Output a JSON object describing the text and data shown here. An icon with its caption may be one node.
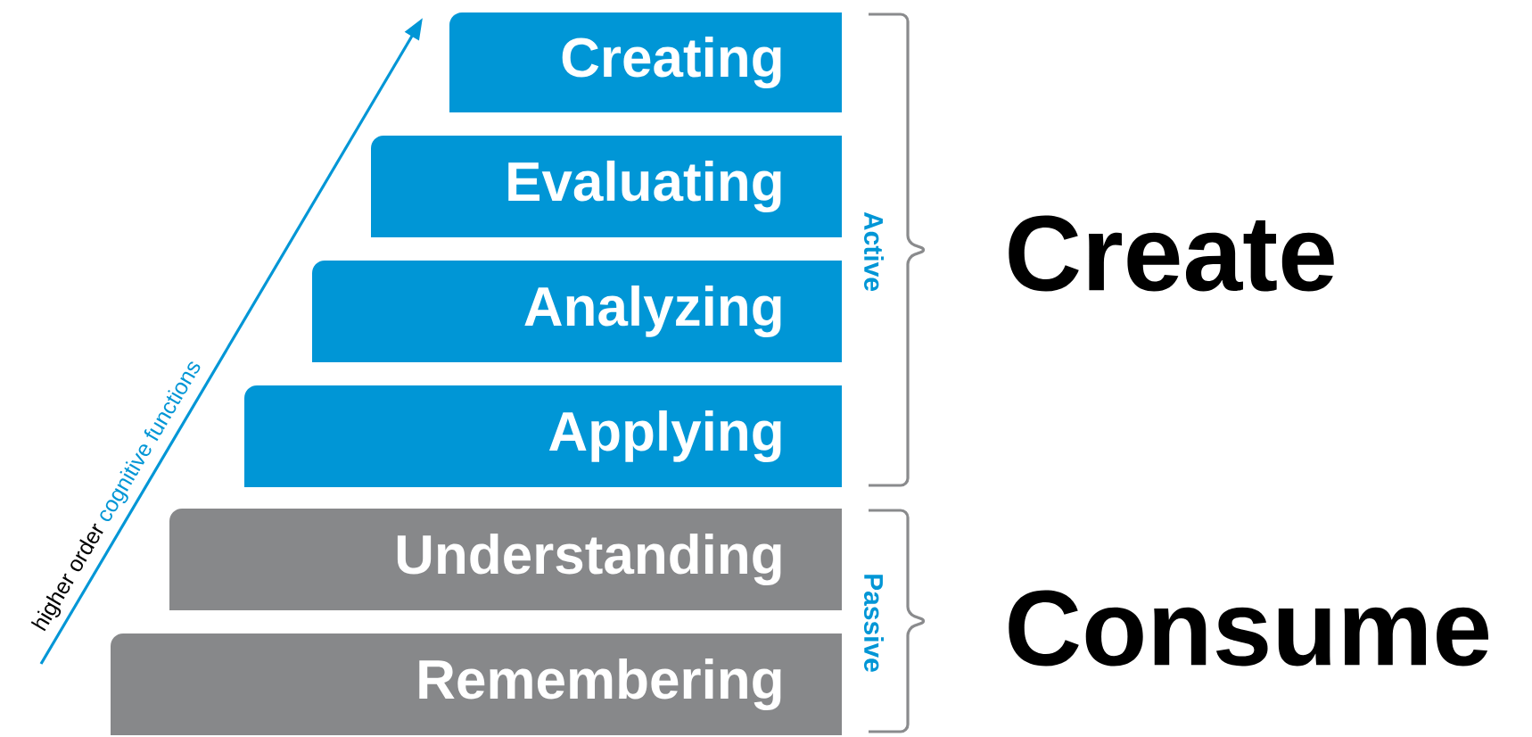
{
  "diagram": {
    "nodes": [
      {
        "text": [
          "Creating"
        ]
      },
      {
        "text": [
          "Evaluating"
        ]
      },
      {
        "text": [
          "Analyzing"
        ]
      },
      {
        "text": [
          "Applying"
        ]
      },
      {
        "text": [
          "Understanding"
        ]
      },
      {
        "text": [
          "Remembering"
        ]
      }
    ],
    "labels": [
      "higher order",
      "cognitive functions",
      "Active",
      "Passive",
      "Create",
      "Consume"
    ]
  }
}
